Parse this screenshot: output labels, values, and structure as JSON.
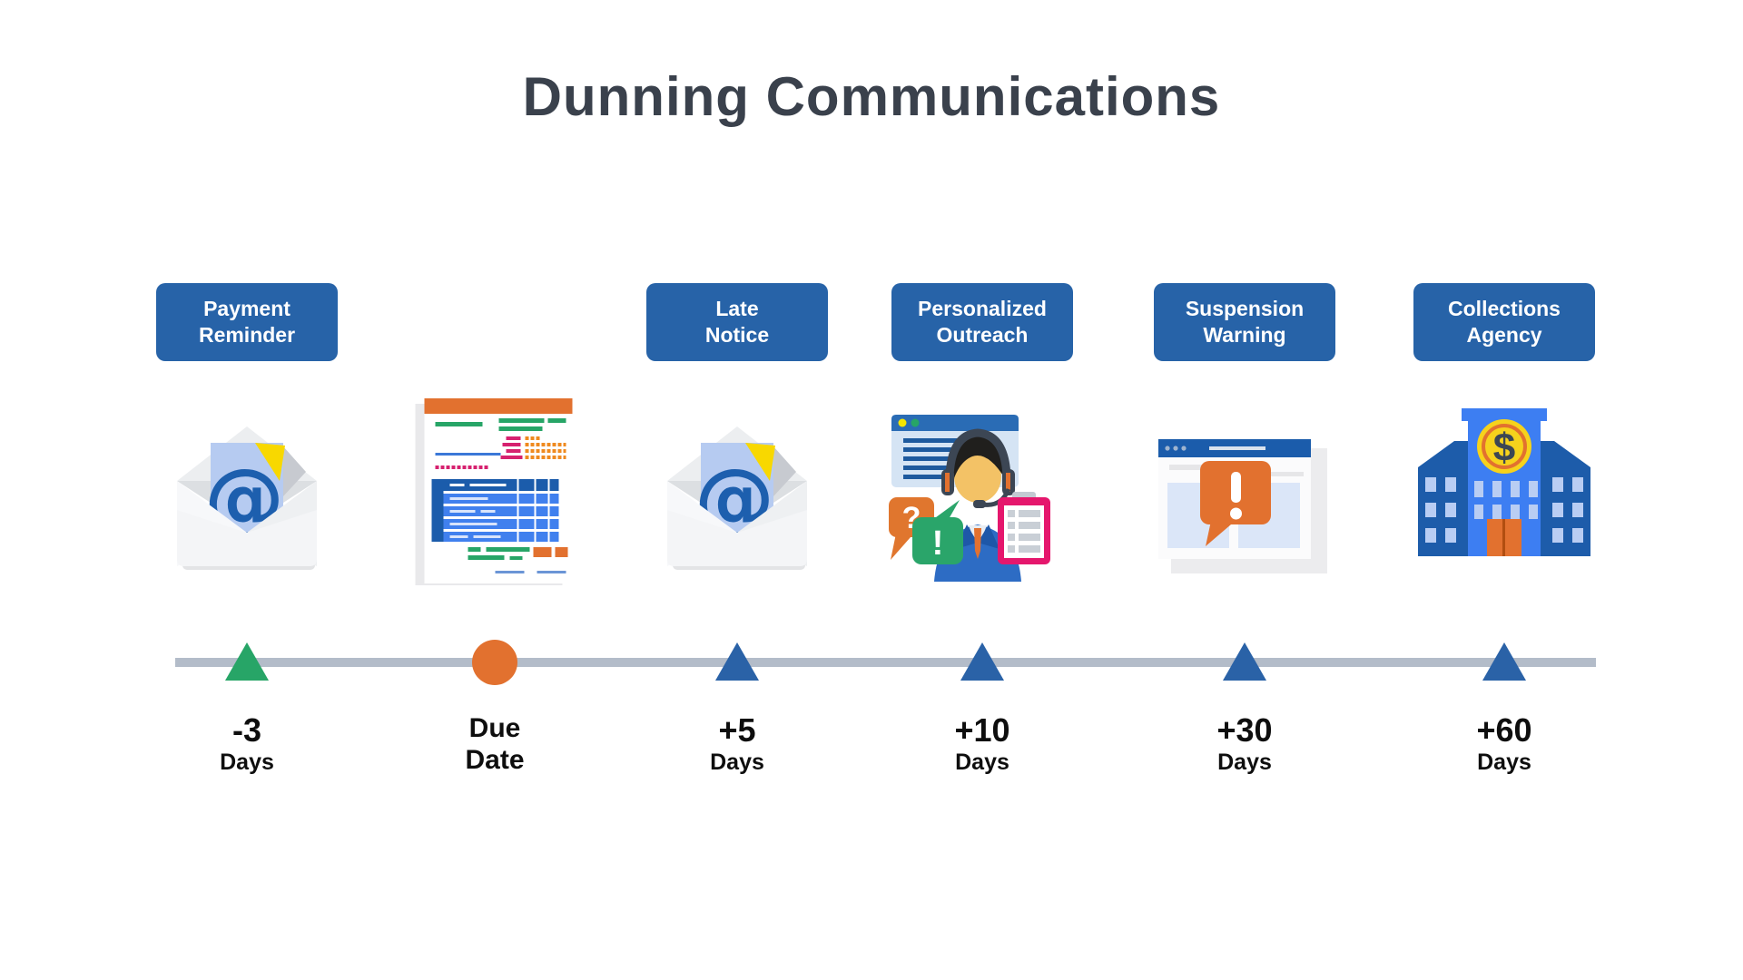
{
  "title": "Dunning Communications",
  "colors": {
    "title_text": "#3a414c",
    "label_box_blue": "#2763a8",
    "label_text": "#ffffff",
    "timeline_line_gray": "#b3bcc9",
    "marker_green": "#27a567",
    "marker_orange": "#e2712f",
    "marker_blue": "#2a62a7",
    "day_text": "#0e0e0e",
    "accent_yellow": "#f6d21c",
    "accent_pink": "#e5176d"
  },
  "timeline": {
    "description": "Dunning communication stages relative to invoice due date",
    "unit": "Days"
  },
  "stages": [
    {
      "name": "payment-reminder",
      "label_line1": "Payment",
      "label_line2": "Reminder",
      "icon": "email-envelope",
      "marker": "triangle",
      "marker_color": "#27a567",
      "day_line1": "-3",
      "day_line2": "Days"
    },
    {
      "name": "due-date",
      "icon": "invoice-document",
      "marker": "circle",
      "marker_color": "#e2712f",
      "day_line1": "Due",
      "day_line2": "Date"
    },
    {
      "name": "late-notice",
      "label_line1": "Late",
      "label_line2": "Notice",
      "icon": "email-envelope",
      "marker": "triangle",
      "marker_color": "#2a62a7",
      "day_line1": "+5",
      "day_line2": "Days"
    },
    {
      "name": "personalized-outreach",
      "label_line1": "Personalized",
      "label_line2": "Outreach",
      "icon": "support-agent",
      "marker": "triangle",
      "marker_color": "#2a62a7",
      "day_line1": "+10",
      "day_line2": "Days"
    },
    {
      "name": "suspension-warning",
      "label_line1": "Suspension",
      "label_line2": "Warning",
      "icon": "browser-warning",
      "marker": "triangle",
      "marker_color": "#2a62a7",
      "day_line1": "+30",
      "day_line2": "Days"
    },
    {
      "name": "collections-agency",
      "label_line1": "Collections",
      "label_line2": "Agency",
      "icon": "bank-building",
      "marker": "triangle",
      "marker_color": "#2a62a7",
      "day_line1": "+60",
      "day_line2": "Days"
    }
  ]
}
